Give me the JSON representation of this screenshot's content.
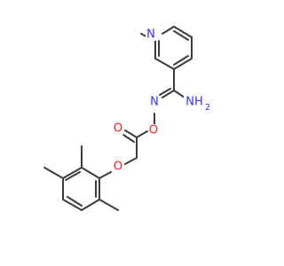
{
  "diagram": {
    "type": "skeletal-structure",
    "colors": {
      "bond": "#3c3c3c",
      "nitrogen": "#3333ff",
      "oxygen": "#ff2020",
      "background": "#ffffff"
    },
    "labels": {
      "pyridine_n": "N",
      "imine_n": "N",
      "amine_main": "NH",
      "amine_sub": "2",
      "oxime_o": "O",
      "carbonyl_o": "O",
      "ether_o": "O"
    }
  }
}
